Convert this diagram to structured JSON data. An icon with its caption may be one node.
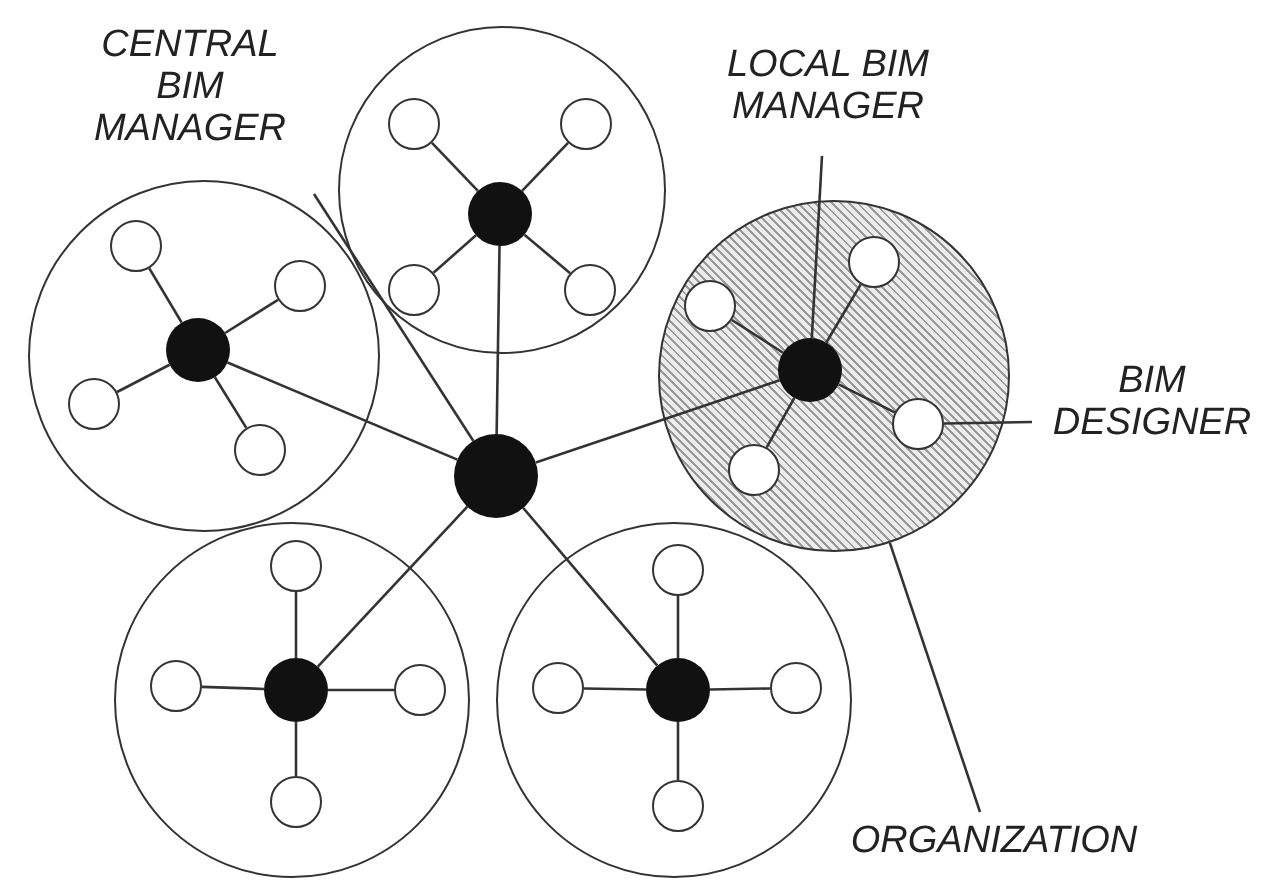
{
  "diagram": {
    "nodes": [
      {
        "text": [
          "CENTRAL BIM MANAGER"
        ]
      },
      {
        "text": [],
        "shape": "circle"
      },
      {
        "text": [],
        "shape": "circle",
        "in": 1
      },
      {
        "text": [],
        "shape": "circle",
        "in": 1
      },
      {
        "text": [],
        "shape": "circle",
        "in": 1
      },
      {
        "text": [],
        "shape": "circle",
        "in": 1
      },
      {
        "text": [],
        "shape": "circle",
        "in": 1
      },
      {
        "text": [
          "LOCAL BIM MANAGER"
        ]
      },
      {
        "text": [],
        "shape": "circle"
      },
      {
        "text": [],
        "shape": "circle",
        "in": 8
      },
      {
        "text": [],
        "shape": "circle",
        "in": 8
      },
      {
        "text": [],
        "shape": "circle",
        "in": 8
      },
      {
        "text": [],
        "shape": "circle",
        "in": 8
      },
      {
        "text": [],
        "shape": "circle",
        "in": 8
      },
      {
        "text": [],
        "shape": "circle"
      },
      {
        "text": [],
        "shape": "circle",
        "in": 14
      },
      {
        "text": [],
        "shape": "circle",
        "in": 14
      },
      {
        "text": [],
        "shape": "circle",
        "in": 14
      },
      {
        "text": [],
        "shape": "circle",
        "in": 14
      },
      {
        "text": [],
        "shape": "circle",
        "in": 14
      },
      {
        "text": [
          "BIM DESIGNER"
        ]
      },
      {
        "text": [],
        "shape": "circle"
      },
      {
        "text": [],
        "shape": "circle"
      },
      {
        "text": [],
        "shape": "circle",
        "in": 22
      },
      {
        "text": [],
        "shape": "circle",
        "in": 22
      },
      {
        "text": [],
        "shape": "circle",
        "in": 22
      },
      {
        "text": [],
        "shape": "circle",
        "in": 22
      },
      {
        "text": [],
        "shape": "circle",
        "in": 22
      },
      {
        "text": [],
        "shape": "circle"
      },
      {
        "text": [],
        "shape": "circle",
        "in": 28
      },
      {
        "text": [],
        "shape": "circle",
        "in": 28
      },
      {
        "text": [],
        "shape": "circle",
        "in": 28
      },
      {
        "text": [],
        "shape": "circle",
        "in": 28
      },
      {
        "text": [],
        "shape": "circle",
        "in": 28
      },
      {
        "text": [
          "ORGANIZATION"
        ]
      }
    ],
    "edges": [
      {
        "from": 2,
        "to": 3,
        "arrow": "none"
      },
      {
        "from": 2,
        "to": 4,
        "arrow": "none"
      },
      {
        "from": 2,
        "to": 5,
        "arrow": "none"
      },
      {
        "from": 2,
        "to": 6,
        "arrow": "none"
      },
      {
        "from": 9,
        "to": 10,
        "arrow": "none"
      },
      {
        "from": 9,
        "to": 11,
        "arrow": "none"
      },
      {
        "from": 9,
        "to": 12,
        "arrow": "none"
      },
      {
        "from": 9,
        "to": 13,
        "arrow": "none"
      },
      {
        "from": 15,
        "to": 16,
        "arrow": "none"
      },
      {
        "from": 15,
        "to": 17,
        "arrow": "none"
      },
      {
        "from": 15,
        "to": 18,
        "arrow": "none"
      },
      {
        "from": 15,
        "to": 19,
        "arrow": "none"
      },
      {
        "from": 23,
        "to": 24,
        "arrow": "none"
      },
      {
        "from": 23,
        "to": 25,
        "arrow": "none"
      },
      {
        "from": 23,
        "to": 26,
        "arrow": "none"
      },
      {
        "from": 23,
        "to": 27,
        "arrow": "none"
      },
      {
        "from": 29,
        "to": 30,
        "arrow": "none"
      },
      {
        "from": 29,
        "to": 31,
        "arrow": "none"
      },
      {
        "from": 29,
        "to": 32,
        "arrow": "none"
      },
      {
        "from": 29,
        "to": 33,
        "arrow": "none"
      },
      {
        "from": 21,
        "to": 2,
        "arrow": "none"
      },
      {
        "from": 21,
        "to": 9,
        "arrow": "none"
      },
      {
        "from": 21,
        "to": 15,
        "arrow": "none"
      },
      {
        "from": 21,
        "to": 23,
        "arrow": "none"
      },
      {
        "from": 21,
        "to": 29,
        "arrow": "none"
      },
      {
        "from": 0,
        "to": 21,
        "arrow": "none"
      },
      {
        "from": 7,
        "to": 15,
        "arrow": "none"
      },
      {
        "from": 20,
        "to": 18,
        "arrow": "none"
      },
      {
        "from": 34,
        "to": 14,
        "arrow": "none"
      }
    ]
  }
}
